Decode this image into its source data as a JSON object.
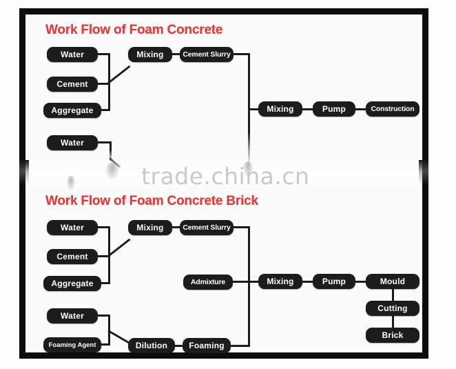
{
  "watermark": "trade.china.cn",
  "colors": {
    "title": "#e23a3a",
    "node_fill": "#1c1c1c",
    "node_text": "#ffffff",
    "connector": "#1b1b1b",
    "frame": "#0d0d0d",
    "watermark": "#c9c9c9"
  },
  "flow1": {
    "title": "Work Flow of Foam Concrete",
    "nodes": {
      "water1": "Water",
      "cement": "Cement",
      "aggregate": "Aggregate",
      "mixing1": "Mixing",
      "cement_slurry": "Cement Slurry",
      "water2": "Water",
      "mixing2": "Mixing",
      "pump": "Pump",
      "construction": "Construction"
    }
  },
  "flow2": {
    "title": "Work Flow of Foam Concrete Brick",
    "nodes": {
      "water1": "Water",
      "cement": "Cement",
      "aggregate": "Aggregate",
      "mixing1": "Mixing",
      "cement_slurry": "Cement Slurry",
      "admixture": "Admixture",
      "water2": "Water",
      "foaming_agent": "Foaming Agent",
      "dilution": "Dilution",
      "foaming": "Foaming",
      "mixing2": "Mixing",
      "pump": "Pump",
      "mould": "Mould",
      "cutting": "Cutting",
      "brick": "Brick"
    }
  }
}
